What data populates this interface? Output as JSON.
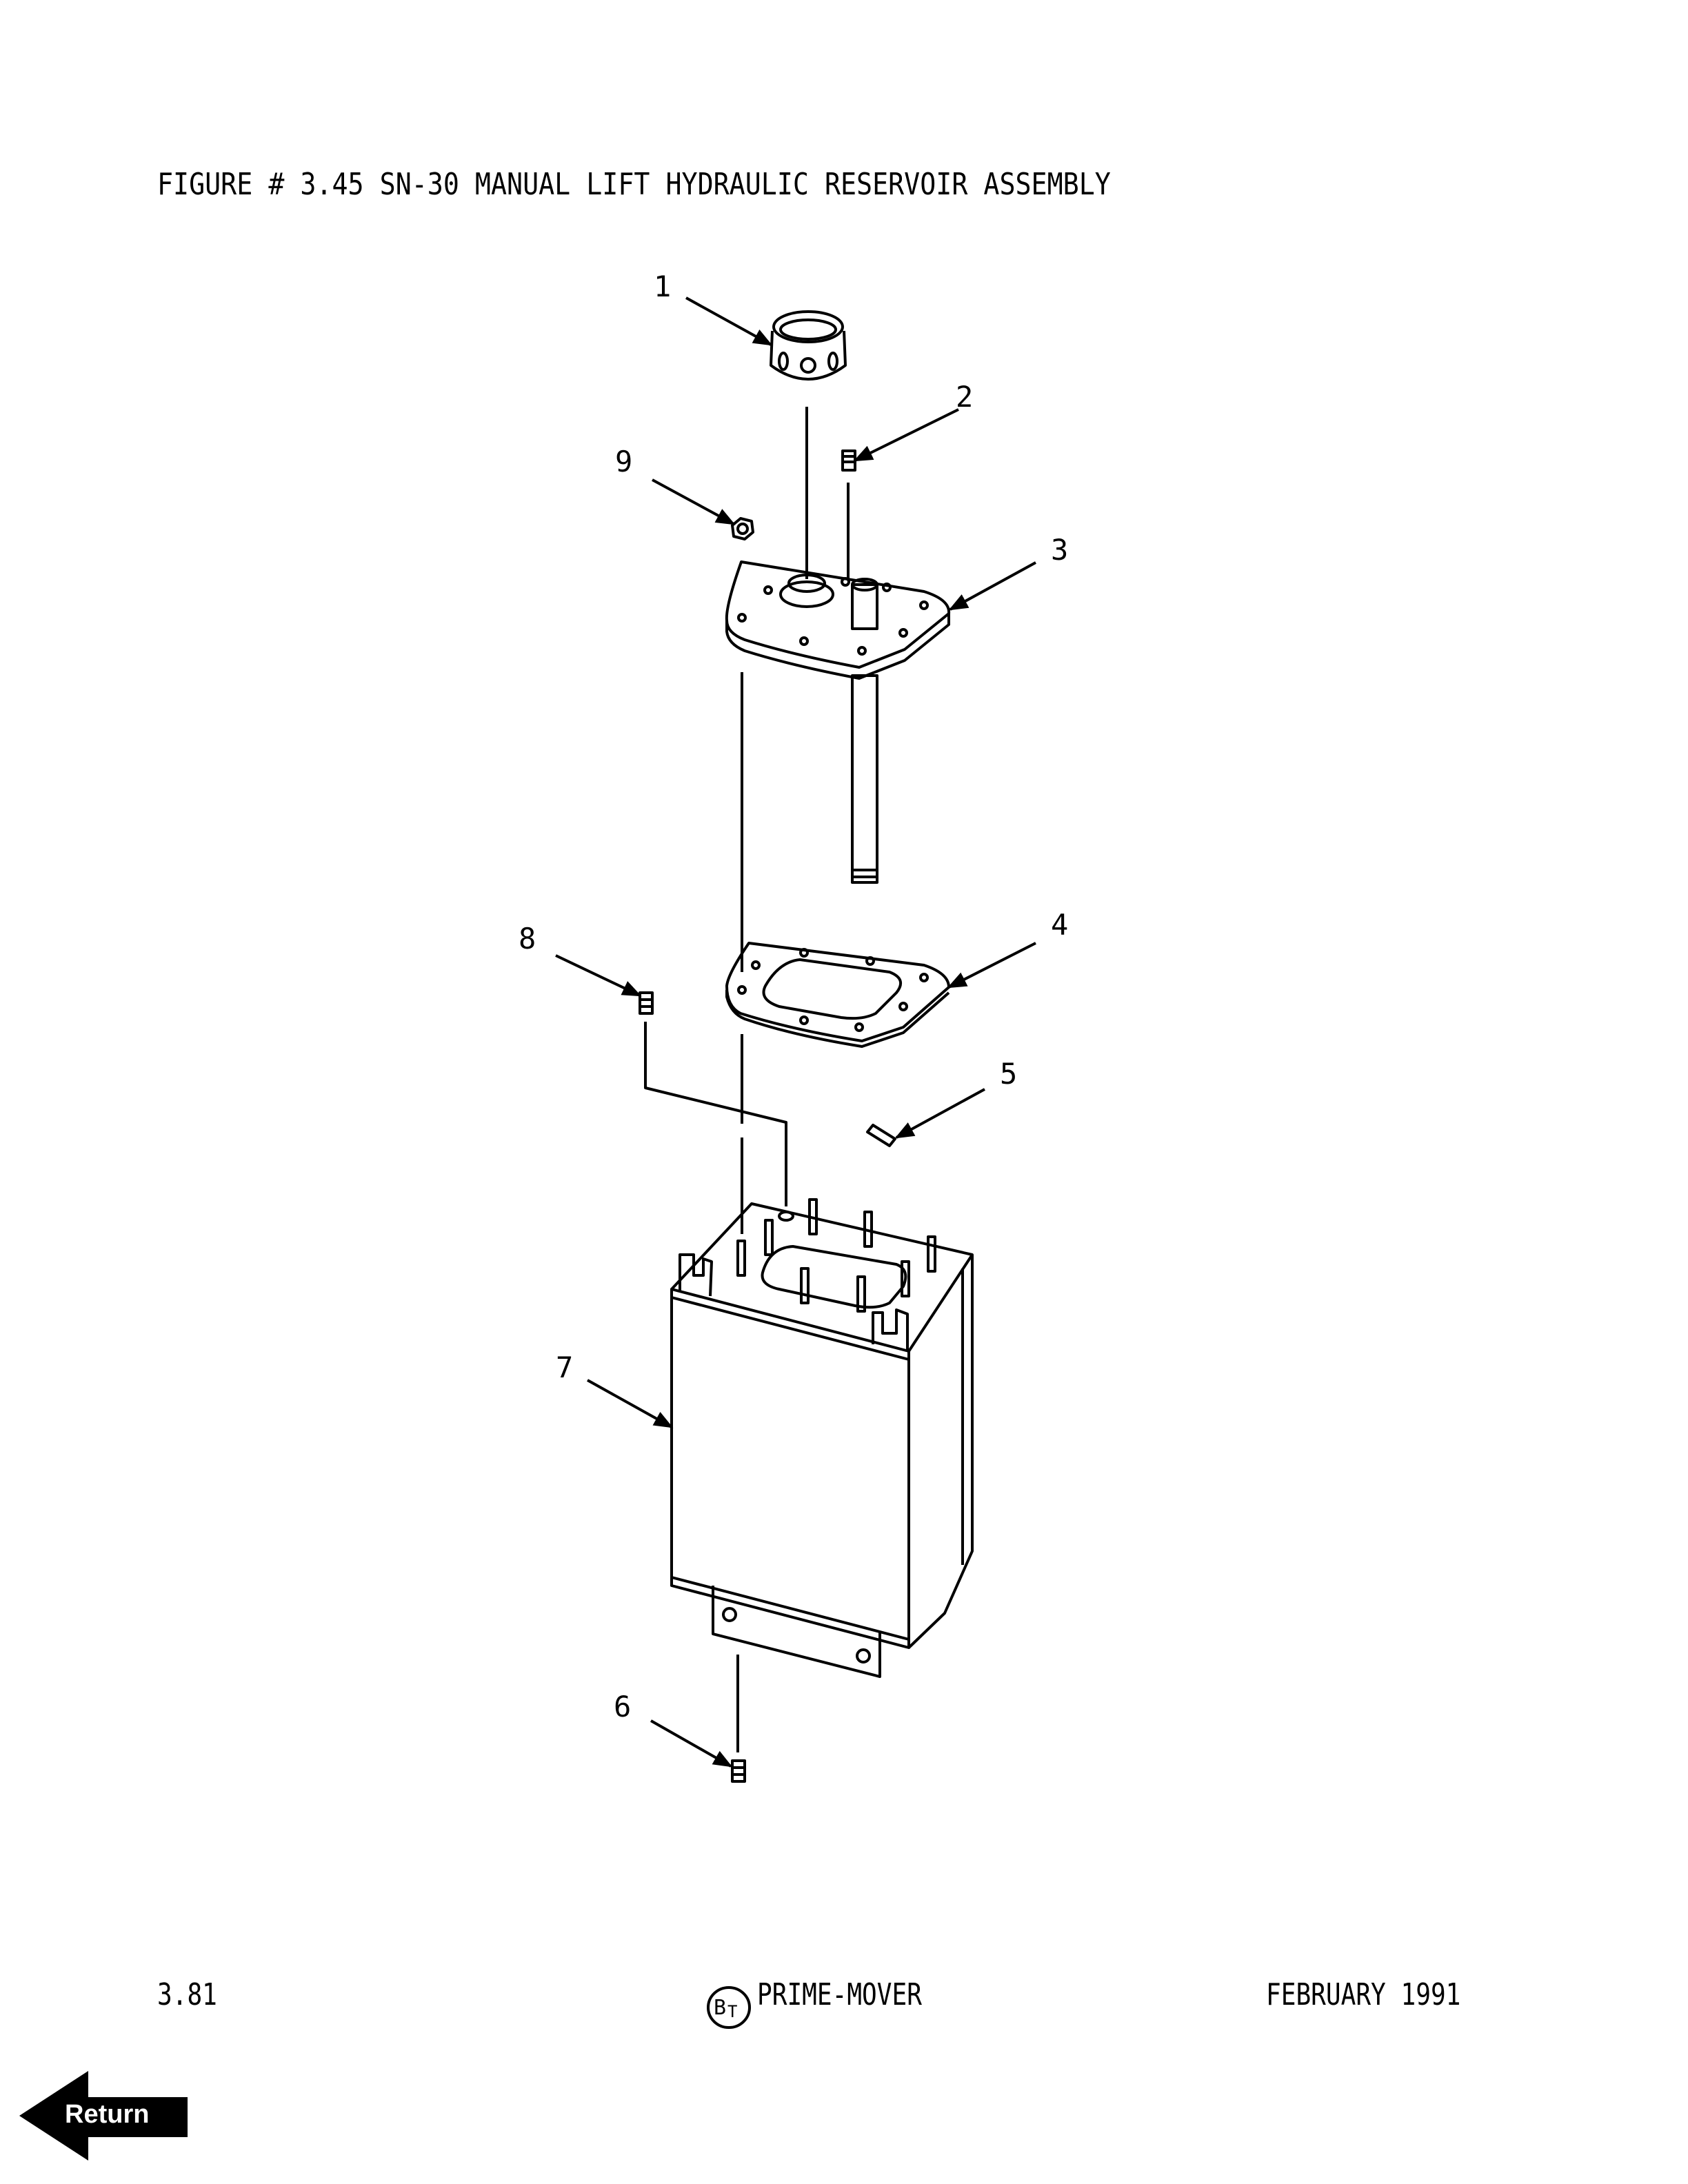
{
  "header": {
    "title": "FIGURE # 3.45 SN-30 MANUAL LIFT HYDRAULIC RESERVOIR ASSEMBLY"
  },
  "diagram": {
    "callouts": [
      "1",
      "2",
      "3",
      "4",
      "5",
      "6",
      "7",
      "8",
      "9"
    ]
  },
  "footer": {
    "page_number": "3.81",
    "logo_text": "BT",
    "brand": "PRIME-MOVER",
    "date": "FEBRUARY 1991"
  },
  "nav": {
    "return_label": "Return"
  }
}
